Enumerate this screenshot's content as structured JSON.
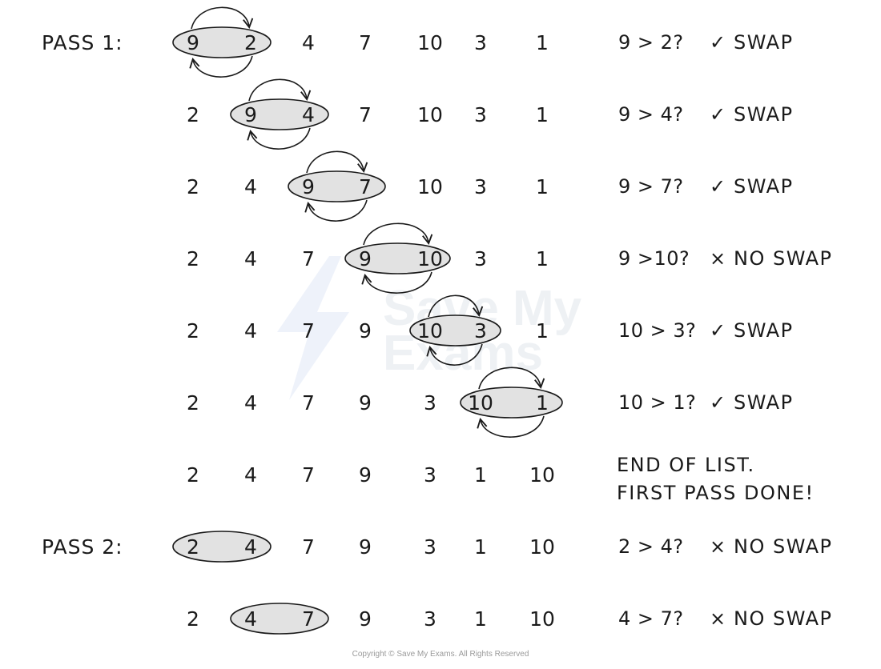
{
  "watermark": {
    "line1": "Save My",
    "line2": "Exams"
  },
  "copyright": "Copyright © Save My Exams. All Rights Reserved",
  "colors": {
    "ellipse_fill": "#e2e2e2",
    "stroke": "#1a1a1a",
    "watermark": "#eef1f4"
  },
  "rows": [
    {
      "label": "PASS 1:",
      "values": [
        "9",
        "2",
        "4",
        "7",
        "10",
        "3",
        "1"
      ],
      "pair": 0,
      "arrows": true,
      "comparison": "9 > 2?",
      "mark": "✓",
      "result": "SWAP"
    },
    {
      "label": "",
      "values": [
        "2",
        "9",
        "4",
        "7",
        "10",
        "3",
        "1"
      ],
      "pair": 1,
      "arrows": true,
      "comparison": "9 > 4?",
      "mark": "✓",
      "result": "SWAP"
    },
    {
      "label": "",
      "values": [
        "2",
        "4",
        "9",
        "7",
        "10",
        "3",
        "1"
      ],
      "pair": 2,
      "arrows": true,
      "comparison": "9 > 7?",
      "mark": "✓",
      "result": "SWAP"
    },
    {
      "label": "",
      "values": [
        "2",
        "4",
        "7",
        "9",
        "10",
        "3",
        "1"
      ],
      "pair": 3,
      "arrows": true,
      "comparison": "9 >10?",
      "mark": "×",
      "result": "NO SWAP"
    },
    {
      "label": "",
      "values": [
        "2",
        "4",
        "7",
        "9",
        "10",
        "3",
        "1"
      ],
      "pair": 4,
      "arrows": true,
      "comparison": "10 > 3?",
      "mark": "✓",
      "result": "SWAP"
    },
    {
      "label": "",
      "values": [
        "2",
        "4",
        "7",
        "9",
        "3",
        "10",
        "1"
      ],
      "pair": 5,
      "arrows": true,
      "comparison": "10 > 1?",
      "mark": "✓",
      "result": "SWAP"
    },
    {
      "label": "",
      "values": [
        "2",
        "4",
        "7",
        "9",
        "3",
        "1",
        "10"
      ],
      "pair": null,
      "arrows": false,
      "note": [
        "END OF LIST.",
        "FIRST PASS DONE!"
      ]
    },
    {
      "label": "PASS 2:",
      "values": [
        "2",
        "4",
        "7",
        "9",
        "3",
        "1",
        "10"
      ],
      "pair": 0,
      "arrows": false,
      "comparison": "2 > 4?",
      "mark": "×",
      "result": "NO SWAP"
    },
    {
      "label": "",
      "values": [
        "2",
        "4",
        "7",
        "9",
        "3",
        "1",
        "10"
      ],
      "pair": 1,
      "arrows": false,
      "comparison": "4 > 7?",
      "mark": "×",
      "result": "NO SWAP"
    }
  ]
}
